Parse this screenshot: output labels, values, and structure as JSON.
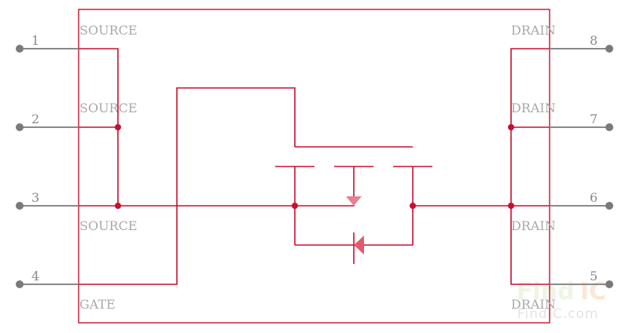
{
  "pins_left": [
    {
      "number": "1",
      "name": "SOURCE"
    },
    {
      "number": "2",
      "name": "SOURCE"
    },
    {
      "number": "3",
      "name": "SOURCE"
    },
    {
      "number": "4",
      "name": "GATE"
    }
  ],
  "pins_right": [
    {
      "number": "8",
      "name": "DRAIN"
    },
    {
      "number": "7",
      "name": "DRAIN"
    },
    {
      "number": "6",
      "name": "DRAIN"
    },
    {
      "number": "5",
      "name": "DRAIN"
    }
  ],
  "watermark": {
    "brand_find": "Find",
    "brand_ic": "IC",
    "url": "FindIC.com"
  },
  "colors": {
    "wire": "#c8102e",
    "pin": "#8a8a8a",
    "label": "#a9a9a9"
  }
}
